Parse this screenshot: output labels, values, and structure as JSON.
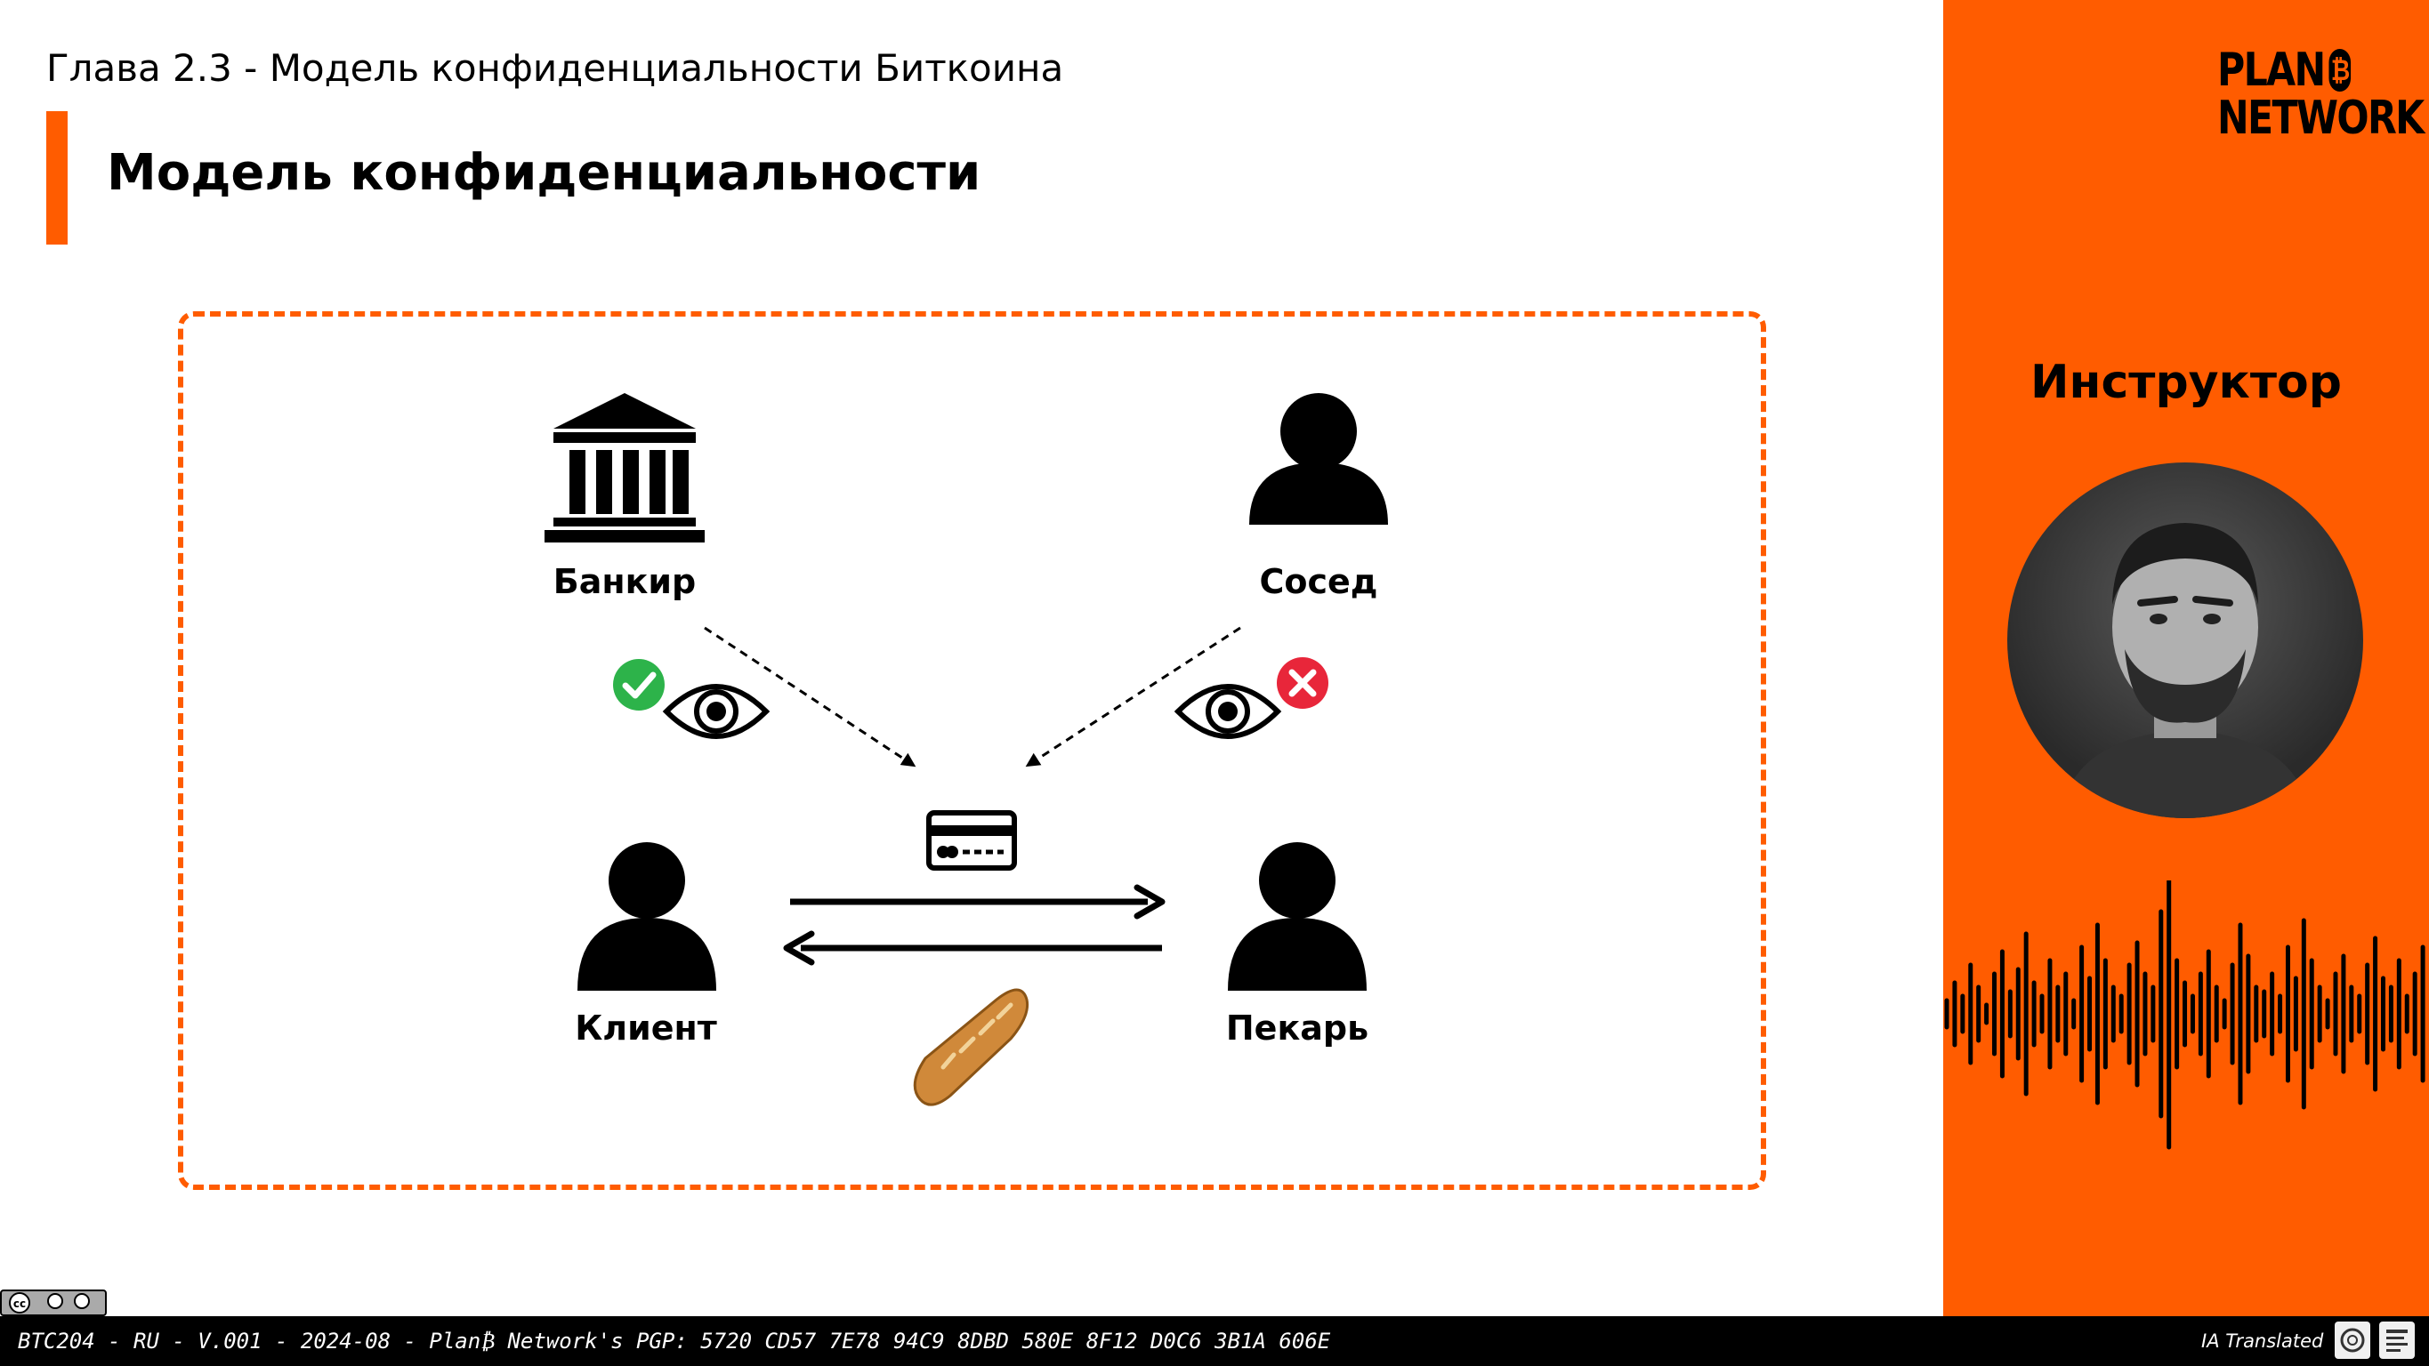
{
  "header": {
    "chapter": "Глава 2.3 - Модель конфиденциальности Биткоина",
    "title": "Модель конфиденциальности"
  },
  "diagram": {
    "nodes": {
      "banker": "Банкир",
      "neighbor": "Сосед",
      "client": "Клиент",
      "baker": "Пекарь"
    }
  },
  "sidebar": {
    "logo_line1": "PLAN",
    "logo_line2": "NETWORK",
    "instructor_label": "Инструктор",
    "accent_color": "#FF5C00"
  },
  "footer": {
    "meta": "BTC204 - RU - V.001 - 2024-08 - Plan₿ Network's PGP: 5720 CD57 7E78 94C9 8DBD 580E 8F12 D0C6 3B1A 606E",
    "translated": "IA Translated"
  }
}
